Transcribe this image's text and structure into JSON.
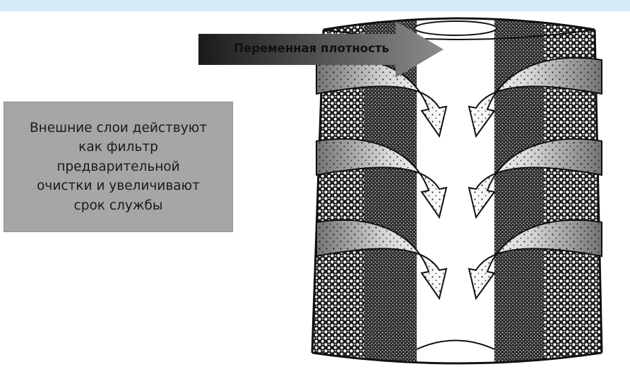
{
  "header": {
    "band_color": "#d6ecfa"
  },
  "caption": {
    "lines": [
      "Внешние слои действуют",
      "как фильтр",
      "предварительной",
      "очистки и увеличивают",
      "срок службы"
    ],
    "background": "#a6a6a6"
  },
  "density_arrow": {
    "label": "Переменная плотность",
    "gradient": [
      "#1a1a1a",
      "#8c8c8c"
    ]
  },
  "filter": {
    "layers": [
      "outer-coarse",
      "middle-medium",
      "inner-dense"
    ],
    "flow_rows": 3,
    "core": "hollow-center"
  }
}
